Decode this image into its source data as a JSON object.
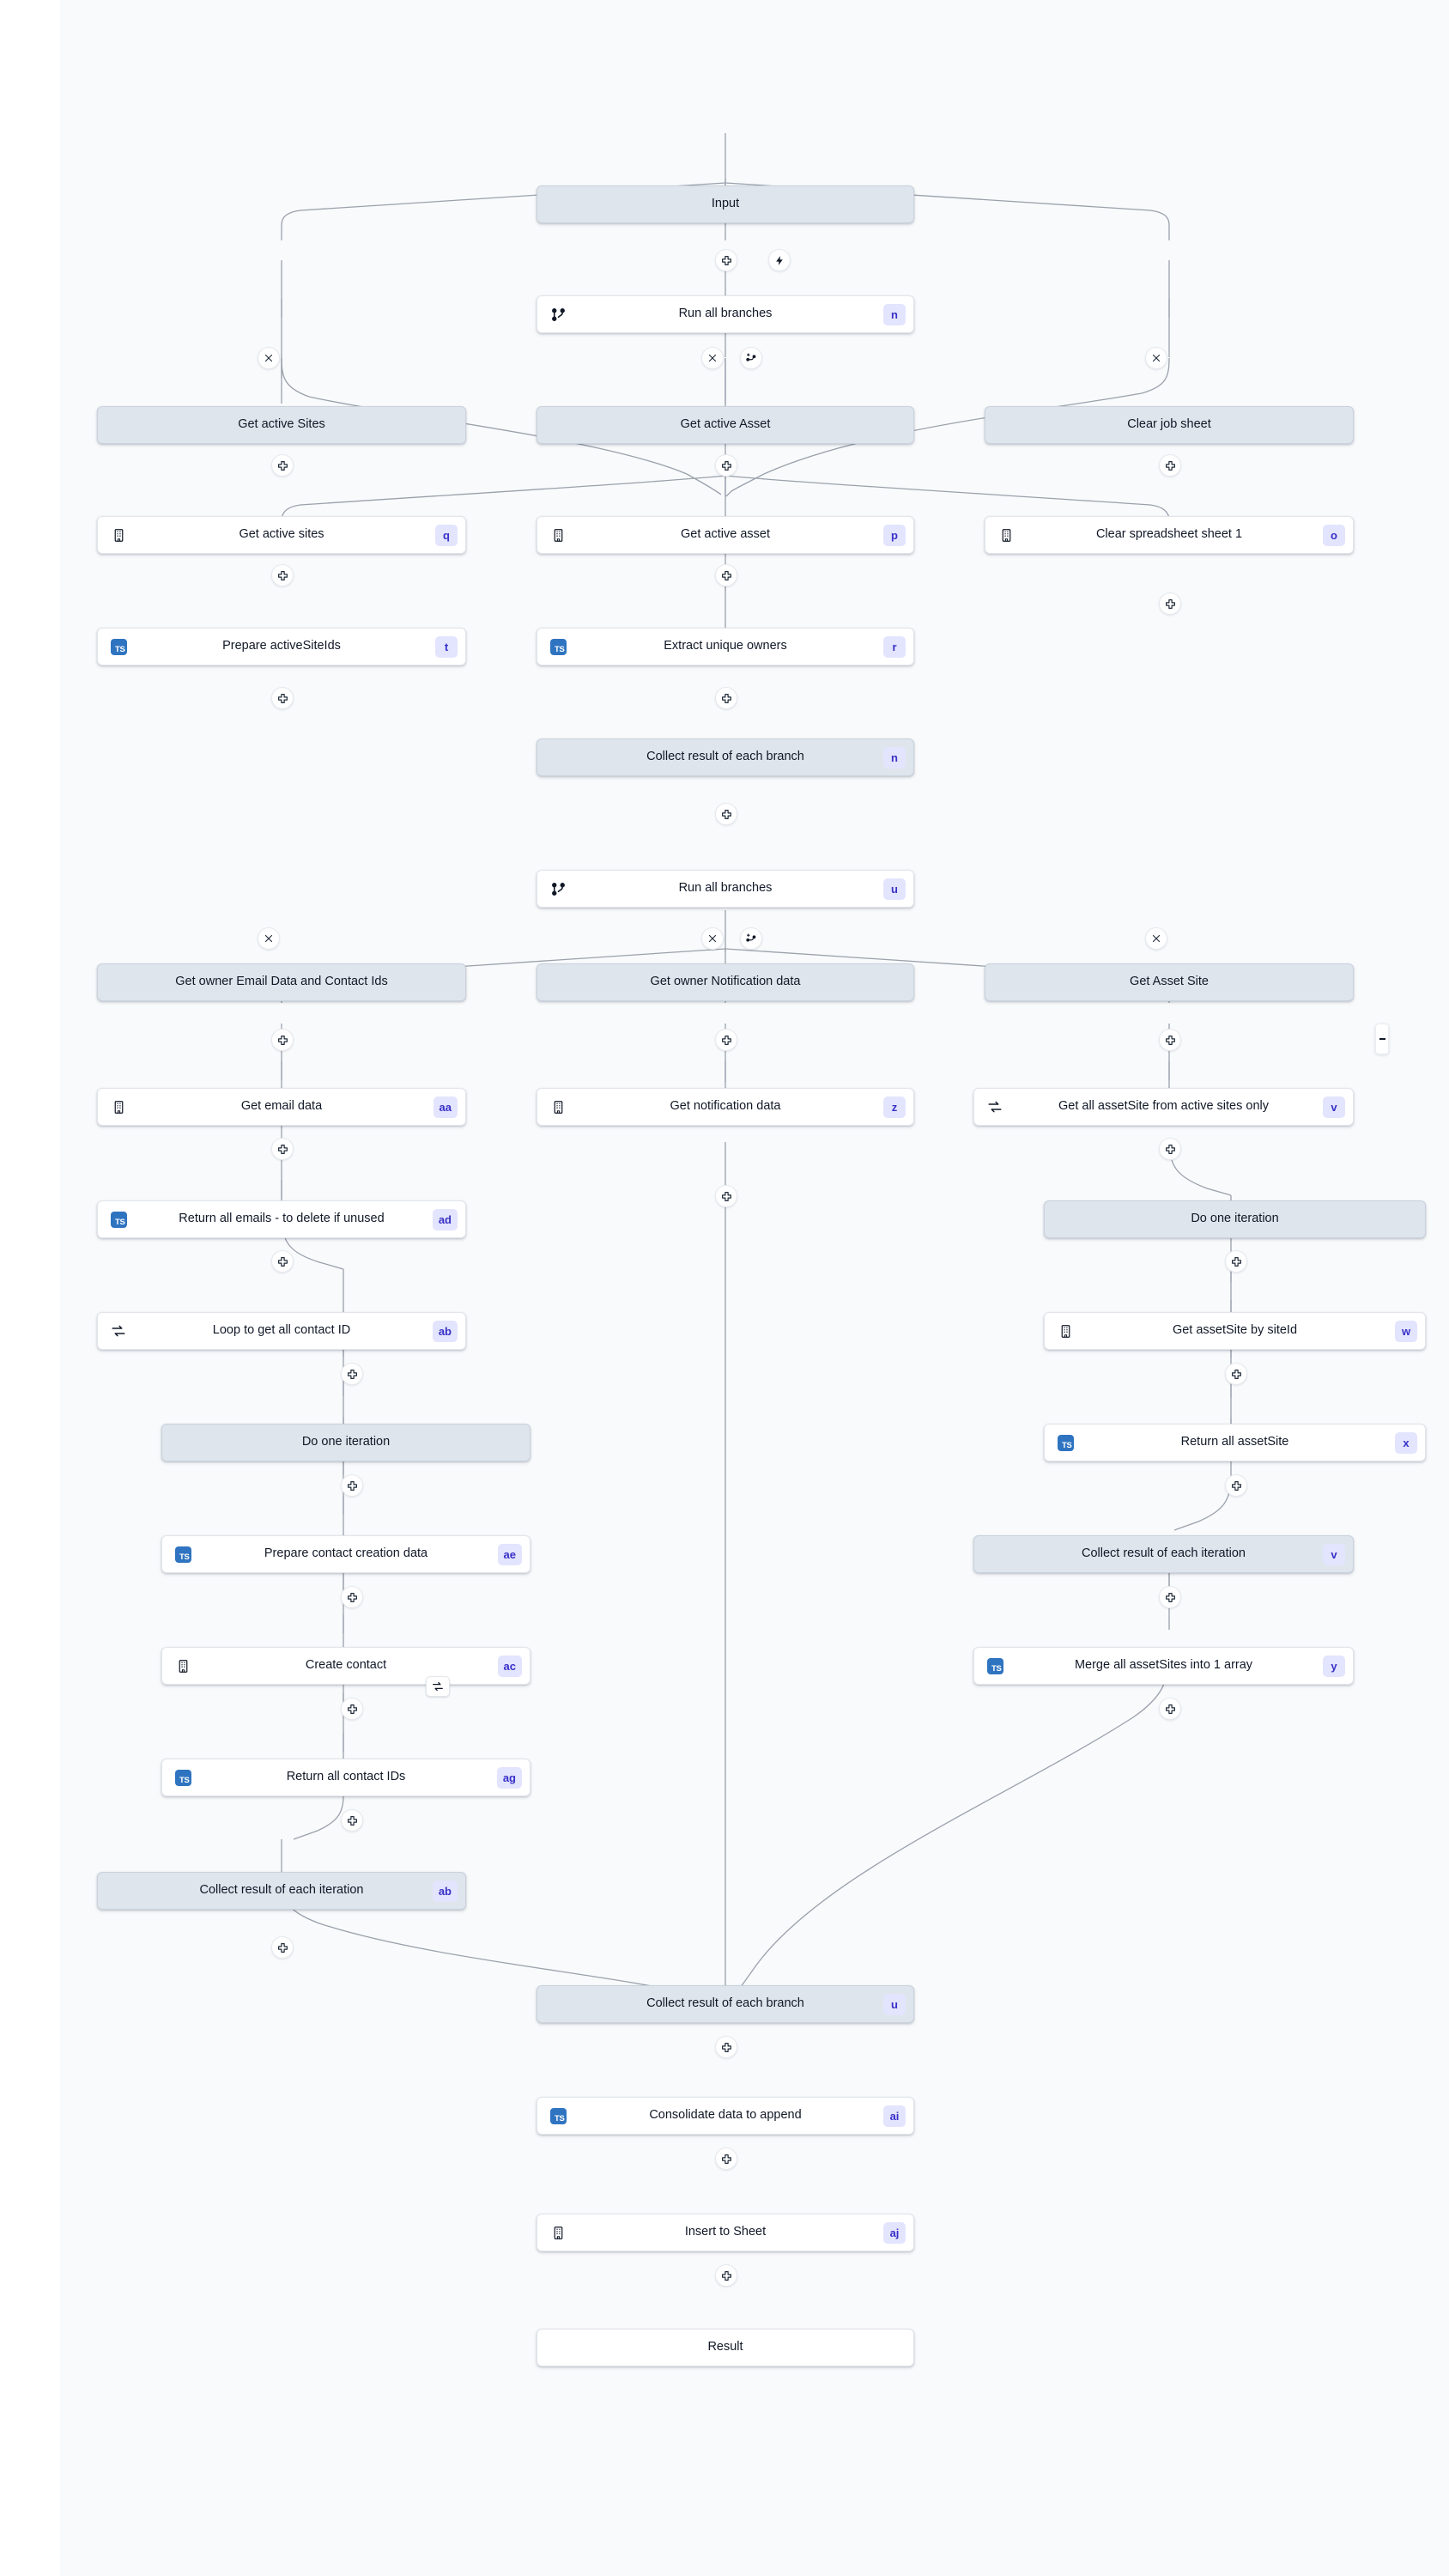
{
  "canvas": {
    "background": "#ffffff",
    "viewport_background": "#f8fafc",
    "accent_badge_bg": "#e3e4fd",
    "accent_badge_fg": "#3730c8",
    "virtual_node_bg": "#dfe5ec",
    "step_node_bg": "#ffffff",
    "edge_color": "#9aa1ab",
    "ts_icon_color": "#2f74c0"
  },
  "icons": {
    "branch": "branch-icon",
    "bolt": "bolt-icon",
    "plus": "plus-icon",
    "close": "close-icon",
    "add_branch": "add-branch-icon",
    "loop": "loop-icon",
    "building": "building-icon",
    "typescript": "typescript-icon"
  },
  "nodes": [
    {
      "id": "input",
      "label": "Input",
      "badge": "",
      "icon": "none",
      "kind": "virtual"
    },
    {
      "id": "run_branches_1",
      "label": "Run all branches",
      "badge": "n",
      "icon": "branch",
      "kind": "step"
    },
    {
      "id": "get_active_sites_b",
      "label": "Get active Sites",
      "badge": "",
      "icon": "none",
      "kind": "virtual"
    },
    {
      "id": "get_active_asset_b",
      "label": "Get active Asset",
      "badge": "",
      "icon": "none",
      "kind": "virtual"
    },
    {
      "id": "clear_job_sheet_b",
      "label": "Clear job sheet",
      "badge": "",
      "icon": "none",
      "kind": "virtual"
    },
    {
      "id": "get_active_sites",
      "label": "Get active sites",
      "badge": "q",
      "icon": "building",
      "kind": "step"
    },
    {
      "id": "get_active_asset",
      "label": "Get active asset",
      "badge": "p",
      "icon": "building",
      "kind": "step"
    },
    {
      "id": "clear_spreadsheet",
      "label": "Clear spreadsheet sheet 1",
      "badge": "o",
      "icon": "building",
      "kind": "step"
    },
    {
      "id": "prepare_siteids",
      "label": "Prepare activeSiteIds",
      "badge": "t",
      "icon": "typescript",
      "kind": "step"
    },
    {
      "id": "extract_owners",
      "label": "Extract unique owners",
      "badge": "r",
      "icon": "typescript",
      "kind": "step"
    },
    {
      "id": "collect_branch_1",
      "label": "Collect result of each branch",
      "badge": "n",
      "icon": "none",
      "kind": "virtual"
    },
    {
      "id": "run_branches_2",
      "label": "Run all branches",
      "badge": "u",
      "icon": "branch",
      "kind": "step"
    },
    {
      "id": "get_owner_email_b",
      "label": "Get owner Email Data and Contact Ids",
      "badge": "",
      "icon": "none",
      "kind": "virtual"
    },
    {
      "id": "get_owner_notif_b",
      "label": "Get owner Notification data",
      "badge": "",
      "icon": "none",
      "kind": "virtual"
    },
    {
      "id": "get_asset_site_b",
      "label": "Get Asset Site",
      "badge": "",
      "icon": "none",
      "kind": "virtual"
    },
    {
      "id": "get_email_data",
      "label": "Get email data",
      "badge": "aa",
      "icon": "building",
      "kind": "step"
    },
    {
      "id": "get_notif_data",
      "label": "Get notification data",
      "badge": "z",
      "icon": "building",
      "kind": "step"
    },
    {
      "id": "get_all_assetsite",
      "label": "Get all assetSite from active sites only",
      "badge": "v",
      "icon": "loop",
      "kind": "step"
    },
    {
      "id": "return_all_emails",
      "label": "Return all emails - to delete if unused",
      "badge": "ad",
      "icon": "typescript",
      "kind": "step"
    },
    {
      "id": "do_one_iter_right",
      "label": "Do one iteration",
      "badge": "",
      "icon": "none",
      "kind": "virtual"
    },
    {
      "id": "loop_contact_id",
      "label": "Loop to get all contact ID",
      "badge": "ab",
      "icon": "loop",
      "kind": "step"
    },
    {
      "id": "get_assetsite_by",
      "label": "Get assetSite by siteId",
      "badge": "w",
      "icon": "building",
      "kind": "step"
    },
    {
      "id": "do_one_iter_left",
      "label": "Do one iteration",
      "badge": "",
      "icon": "none",
      "kind": "virtual"
    },
    {
      "id": "return_assetsite",
      "label": "Return all assetSite",
      "badge": "x",
      "icon": "typescript",
      "kind": "step"
    },
    {
      "id": "prepare_contact",
      "label": "Prepare contact creation data",
      "badge": "ae",
      "icon": "typescript",
      "kind": "step"
    },
    {
      "id": "collect_iter_right",
      "label": "Collect result of each iteration",
      "badge": "v",
      "icon": "none",
      "kind": "virtual"
    },
    {
      "id": "create_contact",
      "label": "Create contact",
      "badge": "ac",
      "icon": "building",
      "kind": "step"
    },
    {
      "id": "merge_assetsites",
      "label": "Merge all assetSites into 1 array",
      "badge": "y",
      "icon": "typescript",
      "kind": "step"
    },
    {
      "id": "return_contact_ids",
      "label": "Return all contact IDs",
      "badge": "ag",
      "icon": "typescript",
      "kind": "step"
    },
    {
      "id": "collect_iter_left",
      "label": "Collect result of each iteration",
      "badge": "ab",
      "icon": "none",
      "kind": "virtual"
    },
    {
      "id": "collect_branch_2",
      "label": "Collect result of each branch",
      "badge": "u",
      "icon": "none",
      "kind": "virtual"
    },
    {
      "id": "consolidate",
      "label": "Consolidate data to append",
      "badge": "ai",
      "icon": "typescript",
      "kind": "step"
    },
    {
      "id": "insert_to_sheet",
      "label": "Insert to Sheet",
      "badge": "aj",
      "icon": "building",
      "kind": "step"
    },
    {
      "id": "result",
      "label": "Result",
      "badge": "",
      "icon": "none",
      "kind": "plain"
    }
  ]
}
